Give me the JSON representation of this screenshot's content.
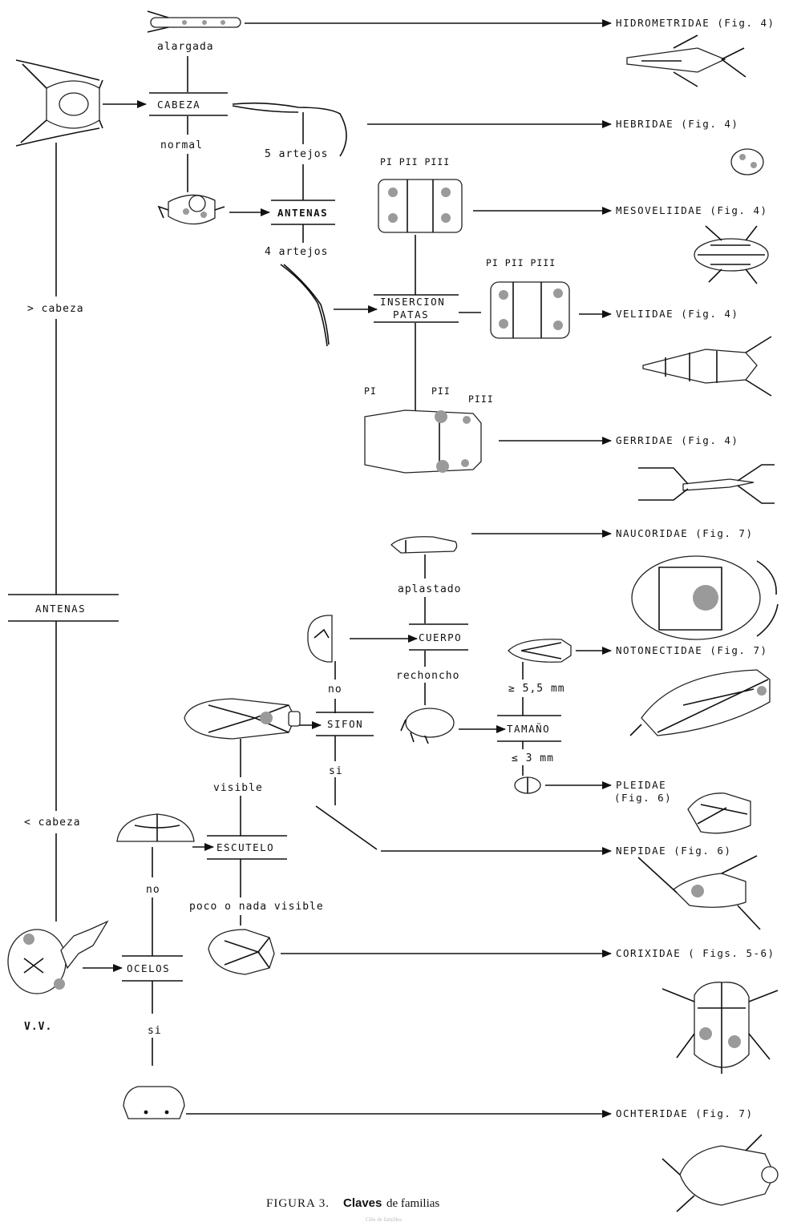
{
  "nodes": {
    "cabeza": "CABEZA",
    "antenas_upper": "ANTENAS",
    "insercion_line1": "INSERCION",
    "insercion_line2": "PATAS",
    "antenas_main": "ANTENAS",
    "cuerpo": "CUERPO",
    "sifon": "SIFON",
    "tamano": "TAMAÑO",
    "escutelo": "ESCUTELO",
    "ocelos": "OCELOS"
  },
  "branches": {
    "alargada": "alargada",
    "normal": "normal",
    "cinco_artejos": "5 artejos",
    "cuatro_artejos": "4 artejos",
    "gt_cabeza": "> cabeza",
    "lt_cabeza": "< cabeza",
    "aplastado": "aplastado",
    "rechoncho": "rechoncho",
    "no_sifon": "no",
    "si_sifon": "si",
    "ge_55mm": "≥ 5,5 mm",
    "le_3mm": "≤ 3 mm",
    "visible": "visible",
    "poco_visible": "poco o nada visible",
    "no_ocelos": "no",
    "si_ocelos": "si",
    "vv": "V.V."
  },
  "leg_labels": {
    "mesovelidae_legs": "PI PII  PIII",
    "veliidae_legs": "PI PII PIII",
    "gerridae_pi": "PI",
    "gerridae_pii": "PII",
    "gerridae_piii": "PIII"
  },
  "families": {
    "hidrometridae": "HIDROMETRIDAE (Fig. 4)",
    "hebridae": "HEBRIDAE (Fig. 4)",
    "mesovelidae": "MESOVELIIDAE (Fig. 4)",
    "veliidae": "VELIIDAE (Fig. 4)",
    "gerridae": "GERRIDAE (Fig. 4)",
    "naucoridae": "NAUCORIDAE (Fig. 7)",
    "notonectidae": "NOTONECTIDAE (Fig. 7)",
    "pleidae_line1": "PLEIDAE",
    "pleidae_line2": "(Fig. 6)",
    "nepidae": "NEPIDAE (Fig. 6)",
    "corixidae": "CORIXIDAE ( Figs. 5-6)",
    "ochteridae": "OCHTERIDAE (Fig. 7)"
  },
  "caption": {
    "prefix": "FIGURA 3.",
    "bold": "Claves",
    "rest": "de familias",
    "subline": "Clés de familles"
  },
  "icons": [
    "insect-head-icon",
    "insect-leg-icon",
    "insect-body-icon",
    "antenna-icon",
    "arrow-icon"
  ]
}
